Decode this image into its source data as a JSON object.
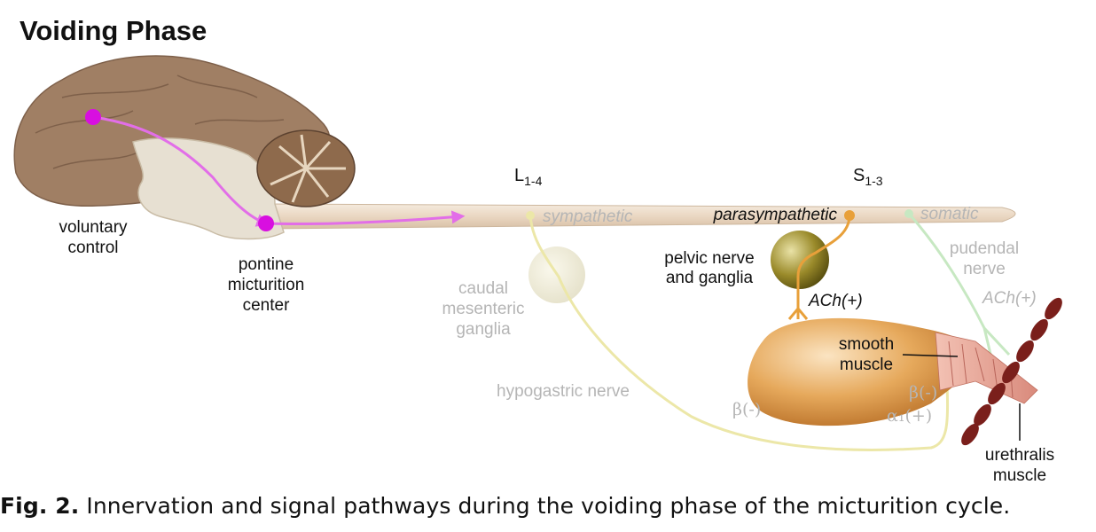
{
  "title": "Voiding Phase",
  "labels": {
    "voluntary": "voluntary",
    "control": "control",
    "pontine": "pontine",
    "micturition": "micturition",
    "center": "center",
    "l_main": "L",
    "l_sub": "1-4",
    "s_main": "S",
    "s_sub": "1-3",
    "sympathetic": "sympathetic",
    "parasympathetic": "parasympathetic",
    "somatic": "somatic",
    "caudal": "caudal",
    "mesenteric": "mesenteric",
    "ganglia": "ganglia",
    "pelvic_nerve": "pelvic nerve",
    "and_ganglia": "and ganglia",
    "ach_para": "ACh(+)",
    "pudendal": "pudendal",
    "nerve": "nerve",
    "ach_pud": "ACh(+)",
    "smooth": "smooth",
    "muscle": "muscle",
    "hypogastric_nerve": "hypogastric nerve",
    "beta_left": "β(-)",
    "beta_right": "β(-)",
    "alpha_right": "α₁(+)",
    "urethralis": "urethralis",
    "urethralis_muscle": "muscle"
  },
  "caption": {
    "fig_label": "Fig. 2.",
    "text": "Innervation and signal pathways during the voiding phase of the micturition cycle."
  },
  "colors": {
    "brain": "#a07f64",
    "brainstem": "#e7e0d2",
    "spinal_cord": "#ecdcc8",
    "voluntary_pathway": "#e26ee8",
    "voluntary_dot": "#d80fe0",
    "parasympathetic_active": "#e8a03a",
    "sympathetic_faded": "#ece7a8",
    "somatic_faded": "#c7e8c2",
    "bladder": "#d6903e",
    "ganglion": "#9a8a2a",
    "urethralis": "#7a1f1b"
  }
}
